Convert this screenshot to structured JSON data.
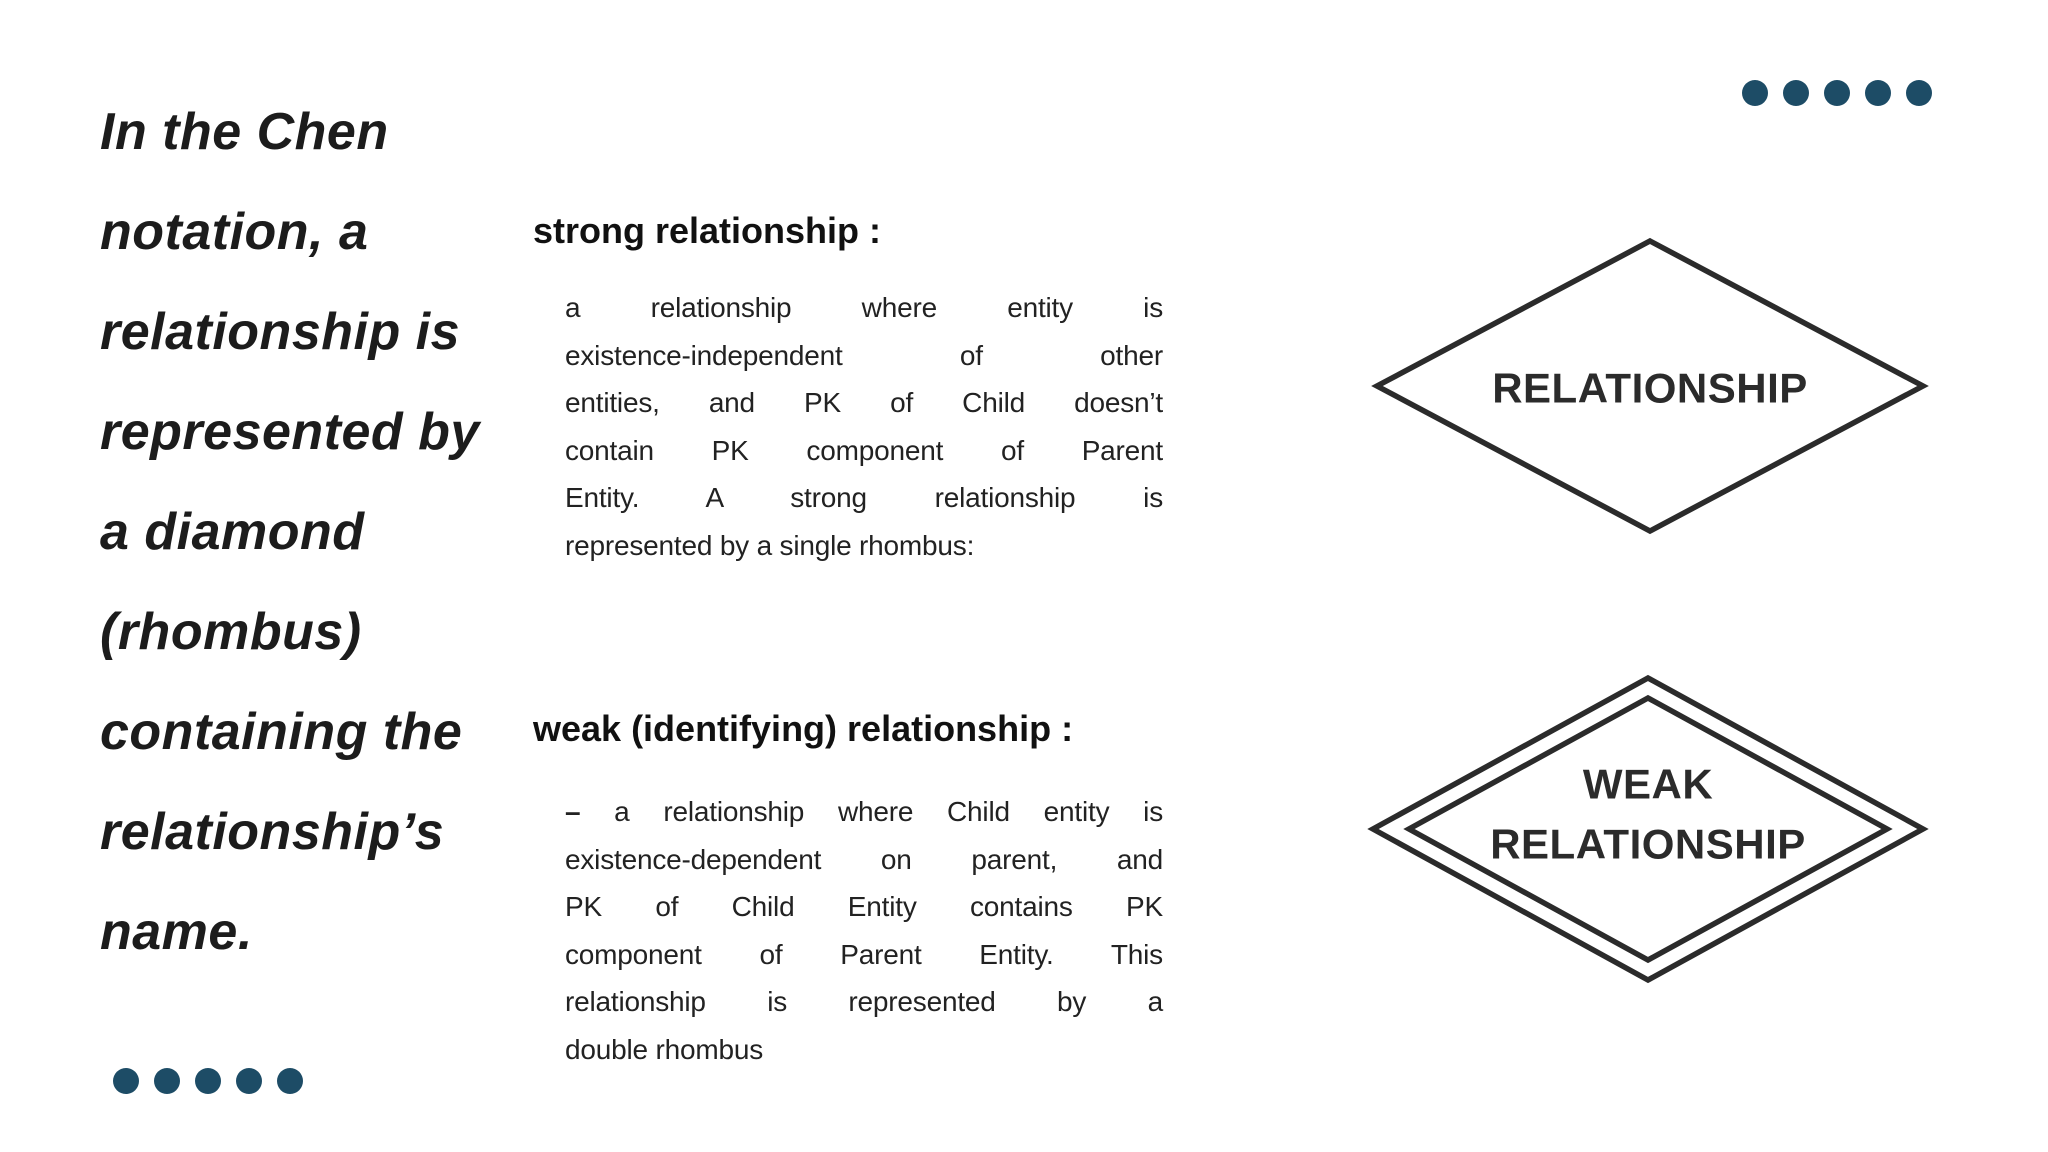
{
  "colors": {
    "accent": "#1d4c66",
    "ink": "#1f1f1f",
    "diagram_stroke": "#2b2b2b"
  },
  "left_quote": {
    "lines": [
      "In the Chen",
      "notation, a",
      "relationship is",
      "represented by",
      "a diamond",
      "(rhombus)",
      "containing the",
      "relationship’s",
      "name."
    ]
  },
  "decor": {
    "top_right_dots": 5,
    "bottom_left_dots": 5
  },
  "sections": [
    {
      "id": "strong",
      "heading": "strong relationship :",
      "lines": [
        "a relationship where entity is",
        "existence-independent of other",
        "entities, and PK of Child doesn’t",
        "contain PK component of Parent",
        "Entity. A strong relationship is",
        "represented by a single rhombus:"
      ]
    },
    {
      "id": "weak",
      "heading": "weak (identifying) relationship :",
      "lead": "–",
      "lines": [
        "a relationship where Child entity is",
        "existence-dependent on parent, and",
        "PK of Child Entity contains PK",
        "component of Parent Entity. This",
        "relationship is represented by a",
        "double rhombus"
      ]
    }
  ],
  "diagrams": [
    {
      "id": "strong-relationship-symbol",
      "type": "single rhombus",
      "label_lines": [
        "RELATIONSHIP"
      ]
    },
    {
      "id": "weak-relationship-symbol",
      "type": "double rhombus",
      "label_lines": [
        "WEAK",
        "RELATIONSHIP"
      ]
    }
  ]
}
